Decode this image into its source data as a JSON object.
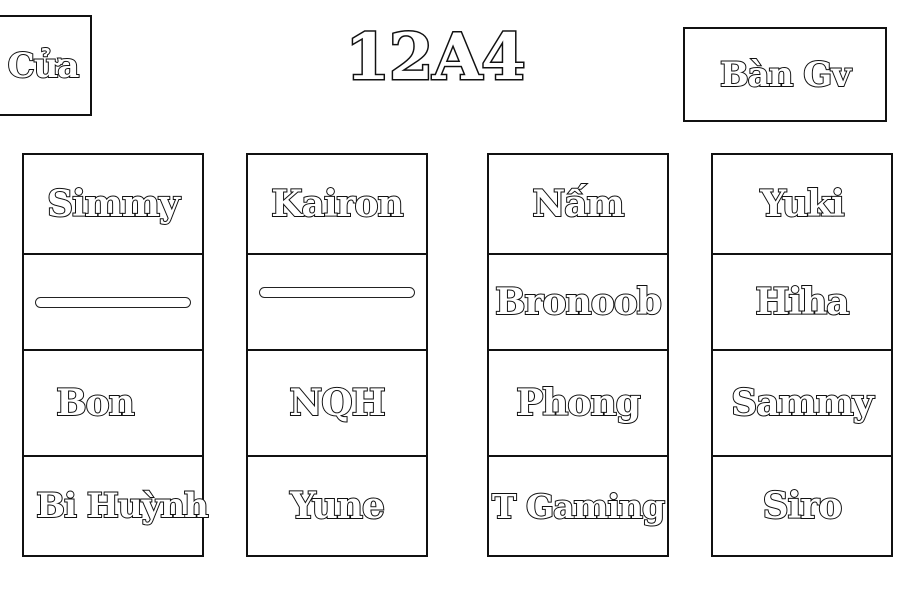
{
  "title": "12A4",
  "door_label": "Cửa",
  "teacher_desk_label": "Bàn Gv",
  "columns": [
    {
      "seats": [
        "Simmy",
        "",
        "Bon",
        "Bi Huỳnh"
      ]
    },
    {
      "seats": [
        "Kairon",
        "",
        "NQH",
        "Yune"
      ]
    },
    {
      "seats": [
        "Nấm",
        "Bronoob",
        "Phong",
        "T Gaming"
      ]
    },
    {
      "seats": [
        "Yuki",
        "Hiha",
        "Sammy",
        "Siro"
      ]
    }
  ]
}
